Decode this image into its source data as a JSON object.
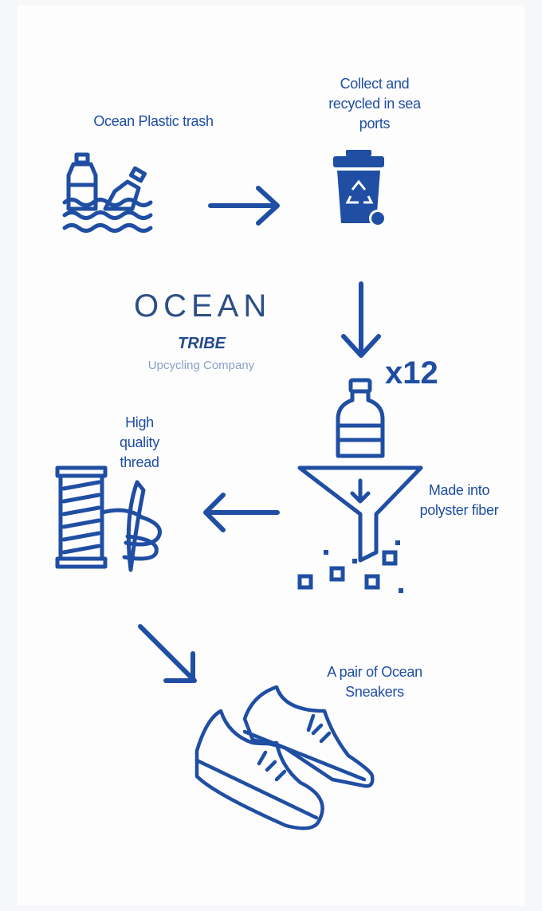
{
  "colors": {
    "accent": "#1f4ea3",
    "background": "#fdfdfe"
  },
  "steps": [
    {
      "label": "Ocean Plastic trash",
      "icon": "ocean-bottles-icon"
    },
    {
      "label": "Collect and recycled in sea ports",
      "icon": "recycle-bin-icon"
    },
    {
      "label": "x12",
      "icon": "plastic-bottle-icon"
    },
    {
      "label": "Made into polyster fiber",
      "icon": "funnel-icon"
    },
    {
      "label": "High quality thread",
      "icon": "thread-spool-icon"
    },
    {
      "label": "A pair of Ocean Sneakers",
      "icon": "sneakers-icon"
    }
  ],
  "logo": {
    "name": "OCEAN",
    "tribe": "TRIBE",
    "tagline": "Upcycling Company"
  }
}
